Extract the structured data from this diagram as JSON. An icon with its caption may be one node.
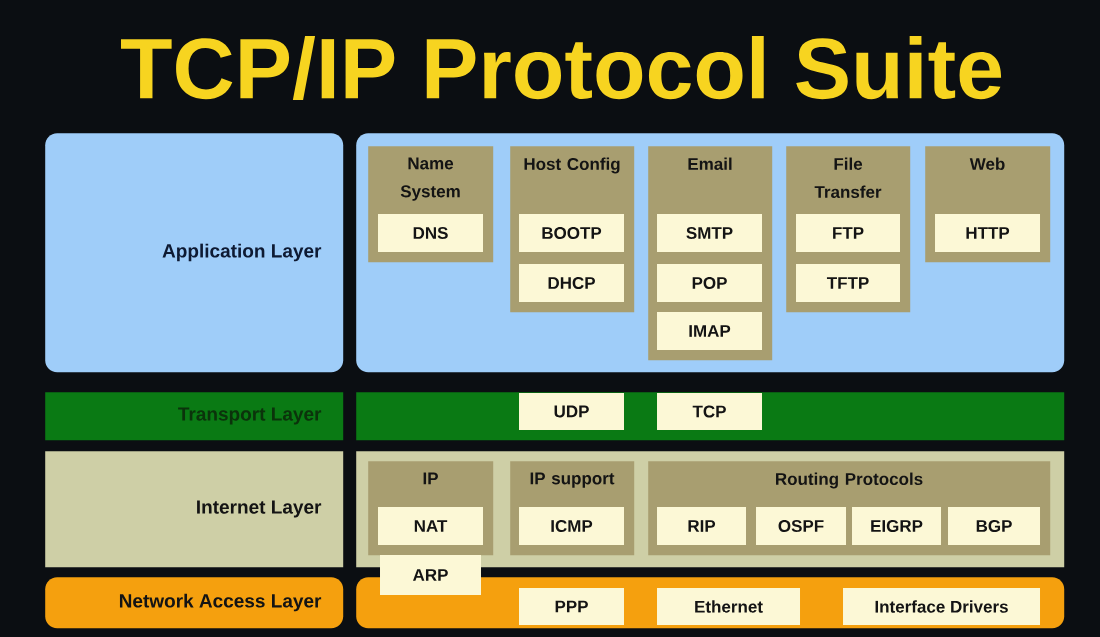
{
  "diagram": {
    "title": "TCP/IP Protocol Suite",
    "nodes": [
      {
        "text": [
          "Application Layer"
        ]
      },
      {
        "text": [],
        "shape": "box"
      },
      {
        "text": [
          "Name System"
        ],
        "in": 1
      },
      {
        "text": [
          "DNS"
        ],
        "in": 2
      },
      {
        "text": [
          "Host Config"
        ],
        "in": 1
      },
      {
        "text": [
          "BOOTP"
        ],
        "in": 4
      },
      {
        "text": [
          "DHCP"
        ],
        "in": 4
      },
      {
        "text": [
          "Email"
        ],
        "in": 1
      },
      {
        "text": [
          "SMTP"
        ],
        "in": 7
      },
      {
        "text": [
          "POP"
        ],
        "in": 7
      },
      {
        "text": [
          "IMAP"
        ],
        "in": 7
      },
      {
        "text": [
          "File Transfer"
        ],
        "in": 1
      },
      {
        "text": [
          "FTP"
        ],
        "in": 11
      },
      {
        "text": [
          "TFTP"
        ],
        "in": 11
      },
      {
        "text": [
          "Web"
        ],
        "in": 1
      },
      {
        "text": [
          "HTTP"
        ],
        "in": 14
      },
      {
        "text": [
          "Transport Layer"
        ]
      },
      {
        "text": [],
        "shape": "box"
      },
      {
        "text": [
          "UDP"
        ],
        "in": 17
      },
      {
        "text": [
          "TCP"
        ],
        "in": 17
      },
      {
        "text": [
          "Internet Layer"
        ]
      },
      {
        "text": [],
        "shape": "box"
      },
      {
        "text": [
          "IP"
        ],
        "in": 21
      },
      {
        "text": [
          "NAT"
        ],
        "in": 22
      },
      {
        "text": [
          "IP support"
        ],
        "in": 21
      },
      {
        "text": [
          "ICMP"
        ],
        "in": 24
      },
      {
        "text": [
          "Routing Protocols"
        ],
        "in": 21
      },
      {
        "text": [
          "RIP"
        ],
        "in": 26
      },
      {
        "text": [
          "OSPF"
        ],
        "in": 26
      },
      {
        "text": [
          "EIGRP"
        ],
        "in": 26
      },
      {
        "text": [
          "BGP"
        ],
        "in": 26
      },
      {
        "text": [
          "Network Access Layer"
        ]
      },
      {
        "text": [],
        "shape": "box"
      },
      {
        "text": [
          "ARP"
        ]
      },
      {
        "text": [
          "PPP"
        ],
        "in": 32
      },
      {
        "text": [
          "Ethernet"
        ],
        "in": 32
      },
      {
        "text": [
          "Interface Drivers"
        ],
        "in": 32
      }
    ]
  }
}
